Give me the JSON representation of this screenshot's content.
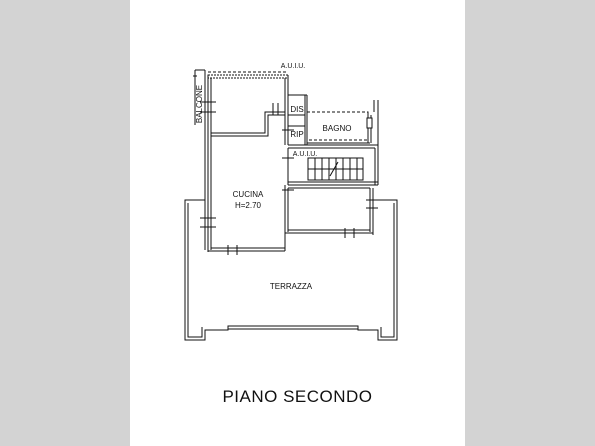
{
  "page": {
    "background_color": "#d3d3d3",
    "sheet_color": "#ffffff",
    "line_color": "#111111"
  },
  "plan": {
    "labels": {
      "auiu_top": "A.U.I.U.",
      "auiu_mid": "A.U.I.U.",
      "balcone": "BALCONE",
      "dis": "DIS",
      "rip": "RIP",
      "bagno": "BAGNO",
      "cucina": "CUCINA",
      "cucina_height": "H=2.70",
      "terrazza": "TERRAZZA"
    }
  },
  "footer": {
    "title": "PIANO SECONDO"
  }
}
